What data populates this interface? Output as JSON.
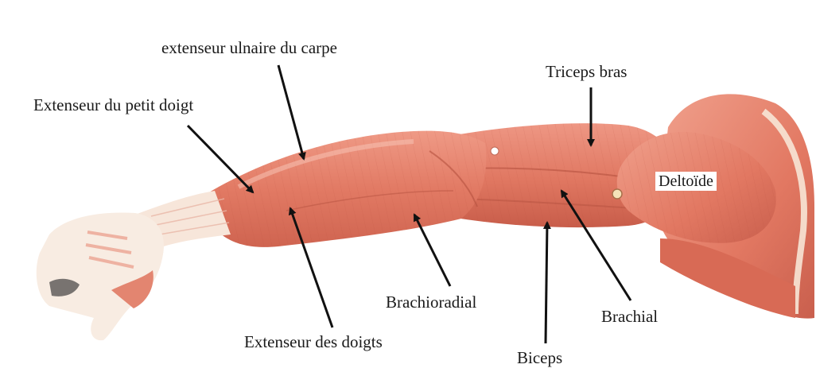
{
  "labels": {
    "extensor_carpi_ulnaris": "extenseur ulnaire du carpe",
    "extensor_digiti_minimi": "Extenseur du petit doigt",
    "triceps": "Triceps bras",
    "deltoid": "Deltoïde",
    "brachioradialis": "Brachioradial",
    "brachialis": "Brachial",
    "extensor_digitorum": "Extenseur des doigts",
    "biceps": "Biceps"
  },
  "colors": {
    "muscle": "#e6826e",
    "muscle_dark": "#c95f4d",
    "muscle_light": "#f2a898",
    "tendon": "#faf1ea",
    "bone": "#f3e3c6",
    "arrow": "#111111"
  }
}
